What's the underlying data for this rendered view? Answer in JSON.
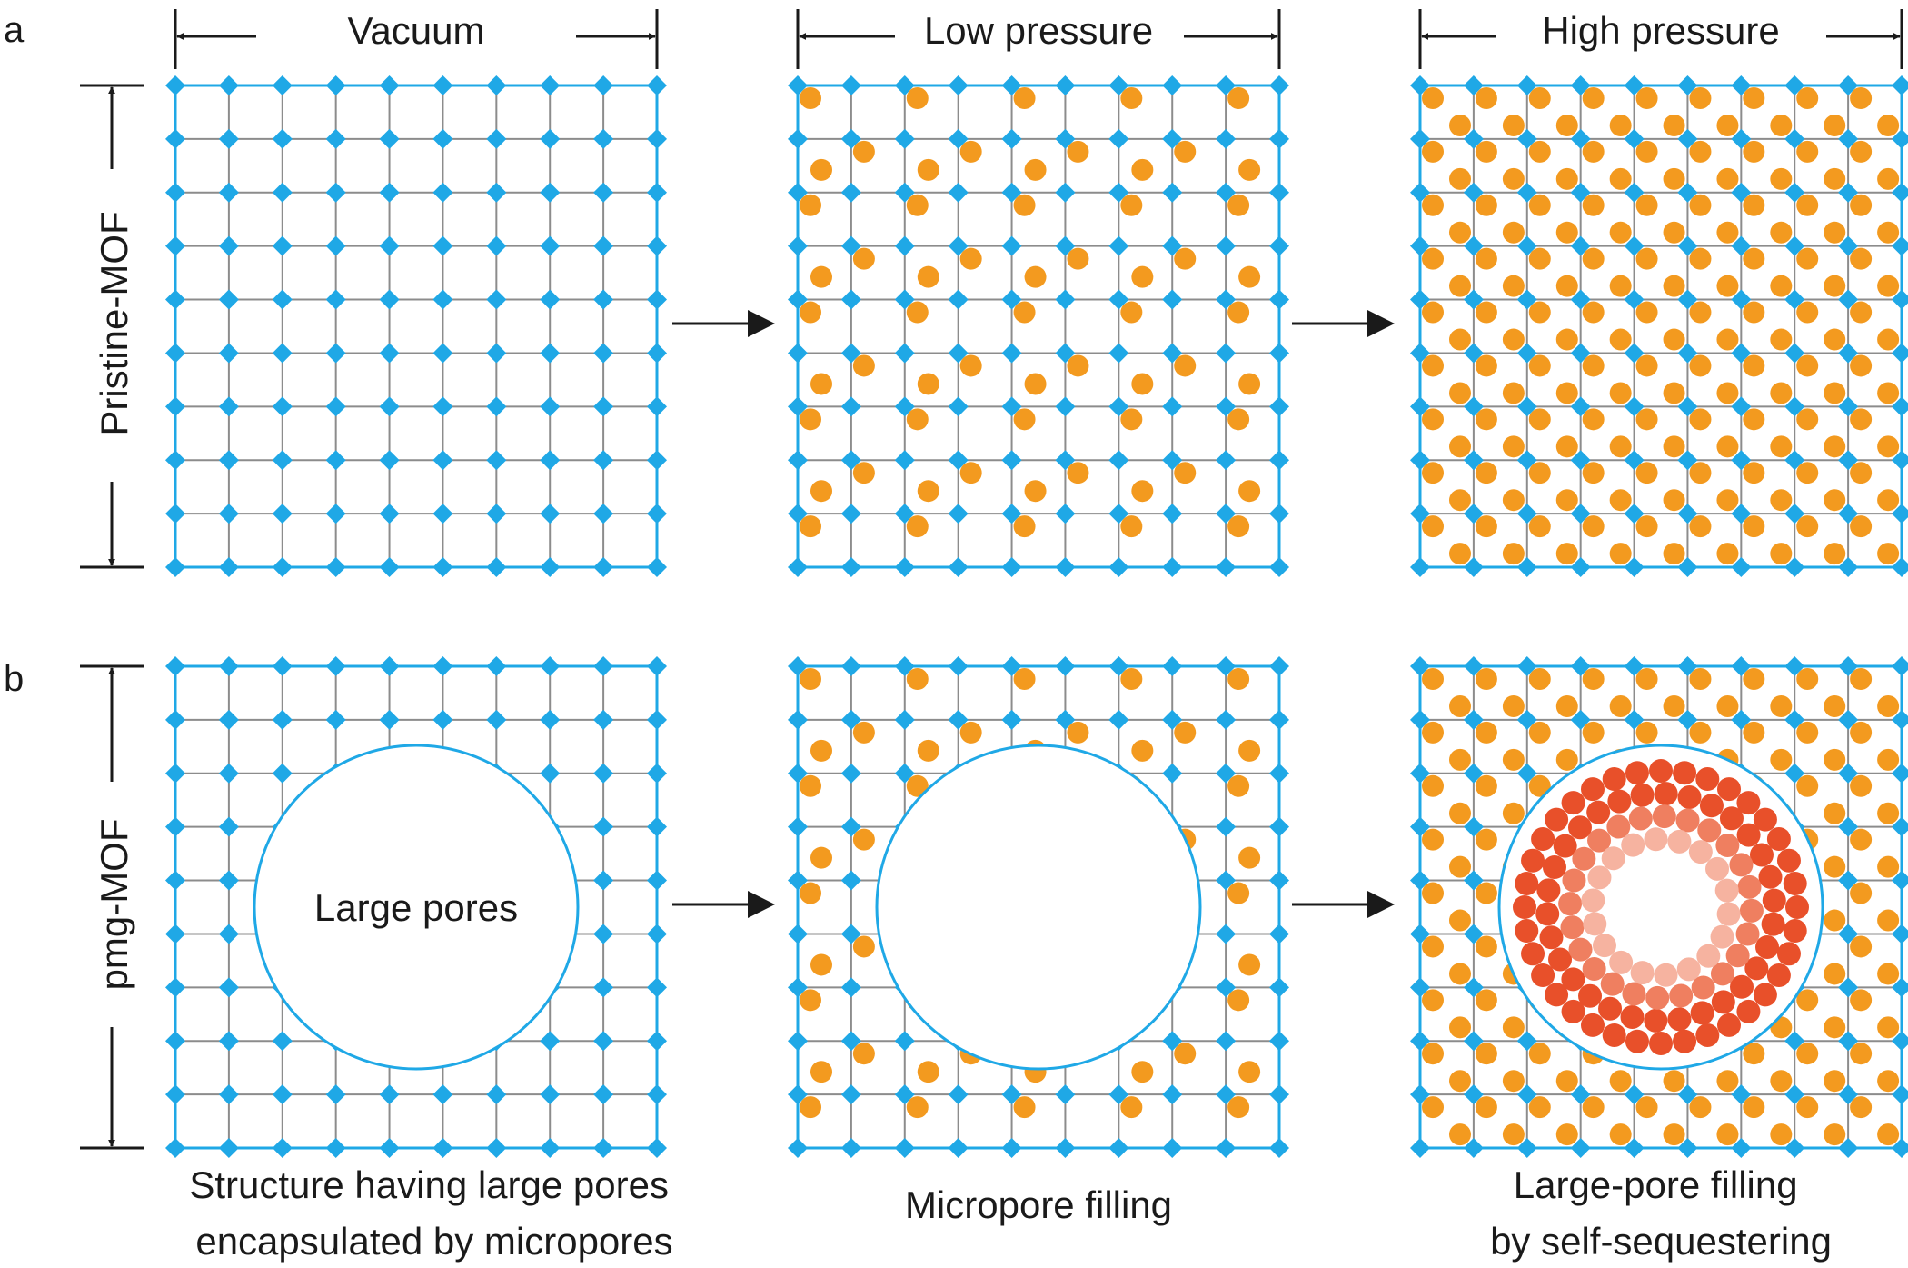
{
  "panels": {
    "a": "a",
    "b": "b"
  },
  "columns": {
    "vacuum": "Vacuum",
    "low": "Low pressure",
    "high": "High pressure"
  },
  "rows": {
    "pristine": "Pristine-MOF",
    "pmg": "pmg-MOF"
  },
  "large_pore_label": "Large pores",
  "captions": {
    "col1": [
      "Structure having large pores",
      "encapsulated by micropores"
    ],
    "col2": [
      "Micropore filling"
    ],
    "col3": [
      "Large-pore filling",
      "by self-sequestering"
    ]
  },
  "colors": {
    "framework_node": "#1fa8e6",
    "grid_line": "#8c8c8c",
    "guest_micropore": "#f39a1f",
    "guest_outer_ring": "#e8502a",
    "guest_middle_ring": "#ef7f60",
    "guest_inner_ring": "#f6b3a0",
    "pore_border": "#1fa8e6",
    "text": "#1a1a1a"
  },
  "icons": {
    "arrow": "right-arrow-icon",
    "dimension": "double-arrow-icon"
  }
}
